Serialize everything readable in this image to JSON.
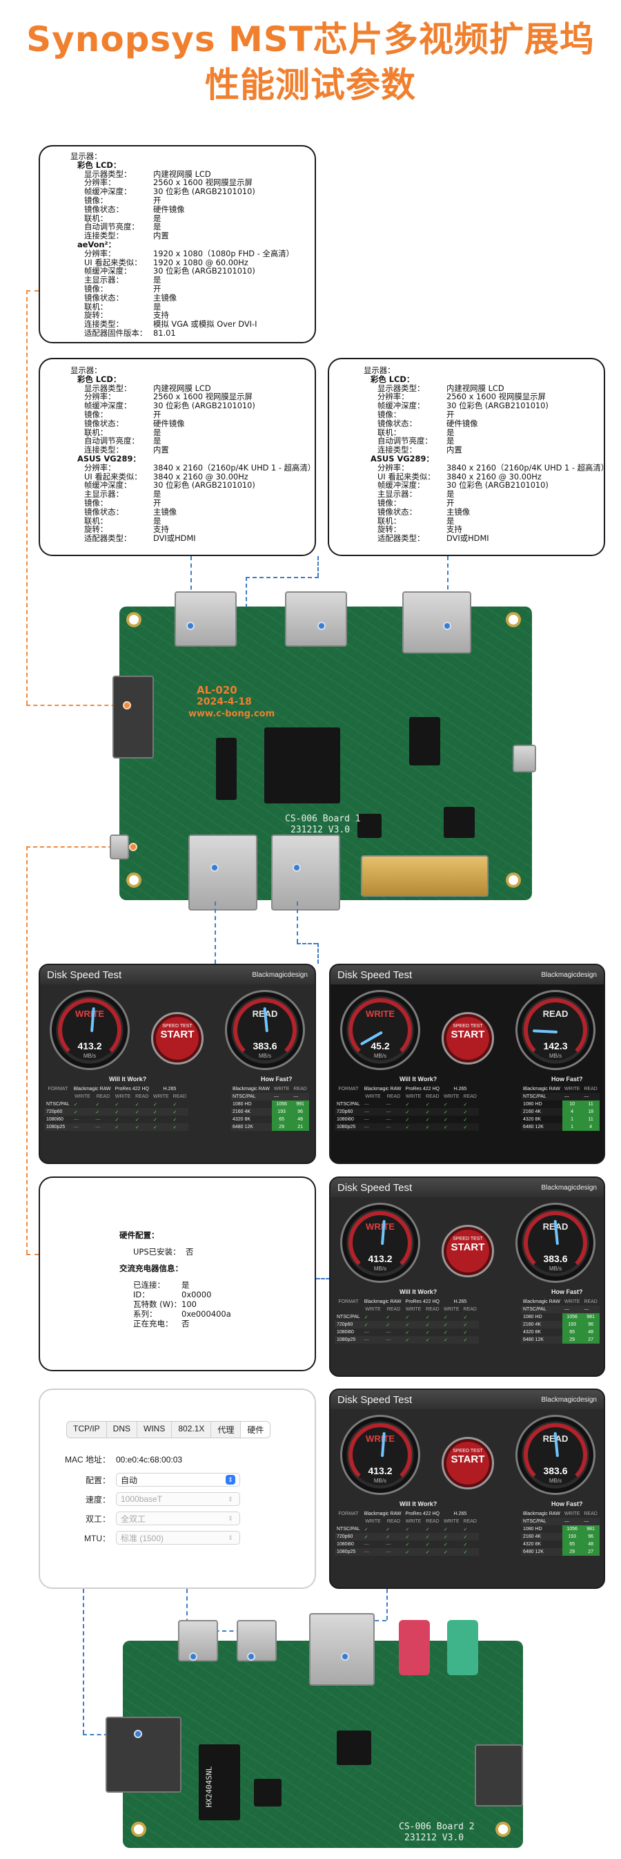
{
  "title": {
    "line1": "Synopsys MST芯片多视频扩展坞",
    "line2": "性能测试参数"
  },
  "display_card_top": {
    "rows": [
      {
        "t": "显示器：",
        "indent": 0,
        "bold": false
      },
      {
        "t": "彩色 LCD：",
        "indent": 1,
        "bold": true
      },
      {
        "k": "显示器类型：",
        "v": "内建视网膜 LCD",
        "indent": 2
      },
      {
        "k": "分辨率：",
        "v": "2560 x 1600 视网膜显示屏",
        "indent": 2
      },
      {
        "k": "帧缓冲深度：",
        "v": "30 位彩色 (ARGB2101010)",
        "indent": 2
      },
      {
        "k": "镜像：",
        "v": "开",
        "indent": 2
      },
      {
        "k": "镜像状态：",
        "v": "硬件镜像",
        "indent": 2
      },
      {
        "k": "联机：",
        "v": "是",
        "indent": 2
      },
      {
        "k": "自动调节亮度：",
        "v": "是",
        "indent": 2
      },
      {
        "k": "连接类型：",
        "v": "内置",
        "indent": 2
      },
      {
        "t": "aeVon²：",
        "indent": 1,
        "bold": true
      },
      {
        "k": "分辨率：",
        "v": "1920 x 1080（1080p FHD - 全高清）",
        "indent": 2
      },
      {
        "k": "UI 看起来类似：",
        "v": "1920 x 1080 @ 60.00Hz",
        "indent": 2
      },
      {
        "k": "帧缓冲深度：",
        "v": "30 位彩色 (ARGB2101010)",
        "indent": 2
      },
      {
        "k": "主显示器：",
        "v": "是",
        "indent": 2
      },
      {
        "k": "镜像：",
        "v": "开",
        "indent": 2
      },
      {
        "k": "镜像状态：",
        "v": "主镜像",
        "indent": 2
      },
      {
        "k": "联机：",
        "v": "是",
        "indent": 2
      },
      {
        "k": "旋转：",
        "v": "支持",
        "indent": 2
      },
      {
        "k": "连接类型：",
        "v": "模拟 VGA 或模拟 Over DVI-I",
        "indent": 2
      },
      {
        "k": "适配器固件版本：",
        "v": "81.01",
        "indent": 2
      }
    ]
  },
  "display_card_left": {
    "rows": [
      {
        "t": "显示器：",
        "indent": 0,
        "bold": false
      },
      {
        "t": "彩色 LCD：",
        "indent": 1,
        "bold": true
      },
      {
        "k": "显示器类型：",
        "v": "内建视网膜 LCD",
        "indent": 2
      },
      {
        "k": "分辨率：",
        "v": "2560 x 1600 视网膜显示屏",
        "indent": 2
      },
      {
        "k": "帧缓冲深度：",
        "v": "30 位彩色 (ARGB2101010)",
        "indent": 2
      },
      {
        "k": "镜像：",
        "v": "开",
        "indent": 2
      },
      {
        "k": "镜像状态：",
        "v": "硬件镜像",
        "indent": 2
      },
      {
        "k": "联机：",
        "v": "是",
        "indent": 2
      },
      {
        "k": "自动调节亮度：",
        "v": "是",
        "indent": 2
      },
      {
        "k": "连接类型：",
        "v": "内置",
        "indent": 2
      },
      {
        "t": "ASUS VG289：",
        "indent": 1,
        "bold": true
      },
      {
        "k": "分辨率：",
        "v": "3840 x 2160（2160p/4K UHD 1 - 超高清）",
        "indent": 2
      },
      {
        "k": "UI 看起来类似：",
        "v": "3840 x 2160 @ 30.00Hz",
        "indent": 2
      },
      {
        "k": "帧缓冲深度：",
        "v": "30 位彩色 (ARGB2101010)",
        "indent": 2
      },
      {
        "k": "主显示器：",
        "v": "是",
        "indent": 2
      },
      {
        "k": "镜像：",
        "v": "开",
        "indent": 2
      },
      {
        "k": "镜像状态：",
        "v": "主镜像",
        "indent": 2
      },
      {
        "k": "联机：",
        "v": "是",
        "indent": 2
      },
      {
        "k": "旋转：",
        "v": "支持",
        "indent": 2
      },
      {
        "k": "适配器类型：",
        "v": "DVI或HDMI",
        "indent": 2
      }
    ]
  },
  "display_card_right": {
    "rows": [
      {
        "t": "显示器：",
        "indent": 0,
        "bold": false
      },
      {
        "t": "彩色 LCD：",
        "indent": 1,
        "bold": true
      },
      {
        "k": "显示器类型：",
        "v": "内建视网膜 LCD",
        "indent": 2
      },
      {
        "k": "分辨率：",
        "v": "2560 x 1600 视网膜显示屏",
        "indent": 2
      },
      {
        "k": "帧缓冲深度：",
        "v": "30 位彩色 (ARGB2101010)",
        "indent": 2
      },
      {
        "k": "镜像：",
        "v": "开",
        "indent": 2
      },
      {
        "k": "镜像状态：",
        "v": "硬件镜像",
        "indent": 2
      },
      {
        "k": "联机：",
        "v": "是",
        "indent": 2
      },
      {
        "k": "自动调节亮度：",
        "v": "是",
        "indent": 2
      },
      {
        "k": "连接类型：",
        "v": "内置",
        "indent": 2
      },
      {
        "t": "ASUS VG289：",
        "indent": 1,
        "bold": true
      },
      {
        "k": "分辨率：",
        "v": "3840 x 2160（2160p/4K UHD 1 - 超高清）",
        "indent": 2
      },
      {
        "k": "UI 看起来类似：",
        "v": "3840 x 2160 @ 30.00Hz",
        "indent": 2
      },
      {
        "k": "帧缓冲深度：",
        "v": "30 位彩色 (ARGB2101010)",
        "indent": 2
      },
      {
        "k": "主显示器：",
        "v": "是",
        "indent": 2
      },
      {
        "k": "镜像：",
        "v": "开",
        "indent": 2
      },
      {
        "k": "镜像状态：",
        "v": "主镜像",
        "indent": 2
      },
      {
        "k": "联机：",
        "v": "是",
        "indent": 2
      },
      {
        "k": "旋转：",
        "v": "支持",
        "indent": 2
      },
      {
        "k": "适配器类型：",
        "v": "DVI或HDMI",
        "indent": 2
      }
    ]
  },
  "board1": {
    "silk_model": "AL-020",
    "silk_date": "2024-4-18",
    "silk_url": "www.c-bong.com",
    "silk_board": "CS-006 Board 1",
    "silk_ver": "231212 V3.0"
  },
  "board2": {
    "silk_board": "CS-006 Board 2",
    "silk_ver": "231212 V3.0",
    "chip_text": "HX2404SNL"
  },
  "disk_tests": [
    {
      "title": "Disk Speed Test",
      "brand": "Blackmagicdesign",
      "write": "413.2",
      "read": "383.6",
      "unit": "MB/s",
      "write_label": "WRITE",
      "read_label": "READ",
      "start_small": "SPEED TEST",
      "start_big": "START",
      "will": "Will It Work?",
      "fast": "How Fast?",
      "formats": [
        "NTSC/PAL",
        "720p60",
        "1080i60",
        "1080p25"
      ],
      "fast_rows": [
        [
          "1080 HD",
          "1056",
          "991"
        ],
        [
          "2160 4K",
          "193",
          "96"
        ],
        [
          "4320 8K",
          "65",
          "48"
        ],
        [
          "6480 12K",
          "29",
          "21"
        ]
      ]
    },
    {
      "title": "Disk Speed Test",
      "brand": "Blackmagicdesign",
      "write": "45.2",
      "read": "142.3",
      "unit": "MB/s",
      "write_label": "WRITE",
      "read_label": "READ",
      "start_small": "SPEED TEST",
      "start_big": "START",
      "will": "Will It Work?",
      "fast": "How Fast?",
      "formats": [
        "NTSC/PAL",
        "720p60",
        "1080i60",
        "1080p25"
      ],
      "fast_rows": [
        [
          "1080 HD",
          "10",
          "11"
        ],
        [
          "2160 4K",
          "4",
          "18"
        ],
        [
          "4320 8K",
          "1",
          "11"
        ],
        [
          "6480 12K",
          "1",
          "4"
        ]
      ]
    },
    {
      "title": "Disk Speed Test",
      "brand": "Blackmagicdesign",
      "write": "413.2",
      "read": "383.6",
      "unit": "MB/s",
      "write_label": "WRITE",
      "read_label": "READ",
      "start_small": "SPEED TEST",
      "start_big": "START",
      "will": "Will It Work?",
      "fast": "How Fast?",
      "formats": [
        "NTSC/PAL",
        "720p60",
        "1080i60",
        "1080p25"
      ],
      "fast_rows": [
        [
          "1080 HD",
          "1056",
          "981"
        ],
        [
          "2160 4K",
          "193",
          "96"
        ],
        [
          "4320 8K",
          "65",
          "48"
        ],
        [
          "6480 12K",
          "29",
          "27"
        ]
      ]
    },
    {
      "title": "Disk Speed Test",
      "brand": "Blackmagicdesign",
      "write": "413.2",
      "read": "383.6",
      "unit": "MB/s",
      "write_label": "WRITE",
      "read_label": "READ",
      "start_small": "SPEED TEST",
      "start_big": "START",
      "will": "Will It Work?",
      "fast": "How Fast?",
      "formats": [
        "NTSC/PAL",
        "720p60",
        "1080i60",
        "1080p25"
      ],
      "fast_rows": [
        [
          "1080 HD",
          "1056",
          "981"
        ],
        [
          "2160 4K",
          "193",
          "96"
        ],
        [
          "4320 8K",
          "65",
          "48"
        ],
        [
          "6480 12K",
          "29",
          "27"
        ]
      ]
    }
  ],
  "disk_table_headers": {
    "bm_raw": "Blackmagic RAW",
    "prores": "ProRes 422 HQ",
    "h265": "H.265",
    "format": "FORMAT",
    "write": "WRITE",
    "read": "READ",
    "check": "✓",
    "dash": "—"
  },
  "power_card": {
    "hw_title": "硬件配置：",
    "ups_label": "UPS已安装：",
    "ups_value": "否",
    "ac_title": "交流充电器信息：",
    "rows": [
      {
        "k": "已连接：",
        "v": "是"
      },
      {
        "k": "ID：",
        "v": "0x0000"
      },
      {
        "k": "瓦特数 (W)：",
        "v": "100"
      },
      {
        "k": "系列：",
        "v": "0xe000400a"
      },
      {
        "k": "正在充电：",
        "v": "否"
      }
    ]
  },
  "network_card": {
    "tabs": [
      "TCP/IP",
      "DNS",
      "WINS",
      "802.1X",
      "代理",
      "硬件"
    ],
    "selected_tab": "硬件",
    "mac_label": "MAC 地址：",
    "mac_value": "00:e0:4c:68:00:03",
    "config_label": "配置：",
    "config_value": "自动",
    "speed_label": "速度：",
    "speed_value": "1000baseT",
    "duplex_label": "双工：",
    "duplex_value": "全双工",
    "mtu_label": "MTU：",
    "mtu_value": "标准 (1500)"
  },
  "colors": {
    "title": "#f07f2e",
    "blue_link": "#3d7cc9",
    "orange_link": "#f08a3c",
    "pcb": "#1e6b3f"
  }
}
